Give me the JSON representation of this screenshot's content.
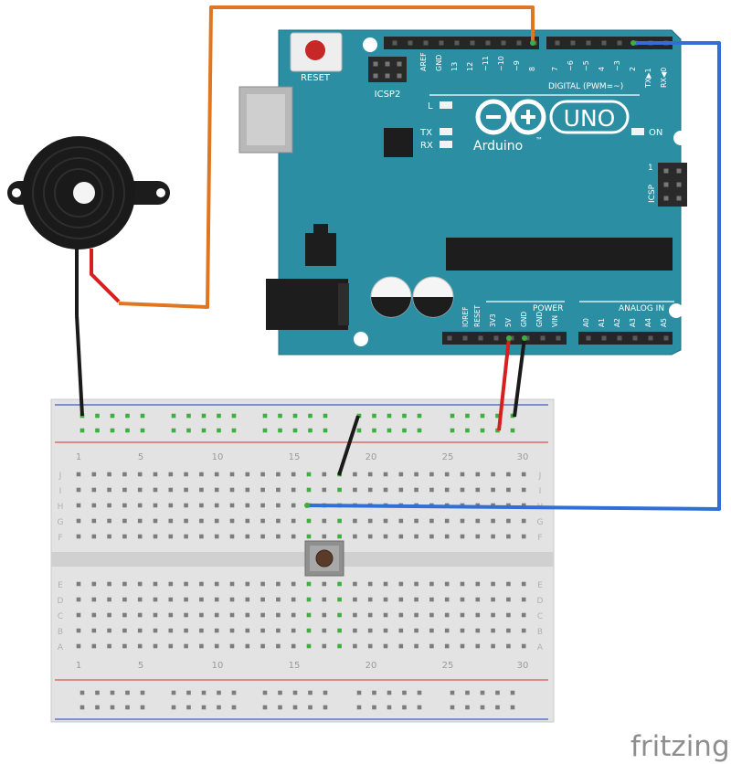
{
  "board": {
    "reset_label": "RESET",
    "icsp2_label": "ICSP2",
    "aref_label": "AREF",
    "gnd_label": "GND",
    "pin13": "13",
    "pin12": "12",
    "pin11": "~11",
    "pin10": "~10",
    "pin9": "~9",
    "pin8": "8",
    "pin7": "7",
    "pin6": "~6",
    "pin5": "~5",
    "pin4": "4",
    "pin3": "~3",
    "pin2": "2",
    "tx1": "TX▶1",
    "rx0": "RX◀0",
    "digital_label": "DIGITAL (PWM=~)",
    "l_label": "L",
    "tx_label": "TX",
    "rx_label": "RX",
    "uno_label": "UNO",
    "arduino_label": "Arduino",
    "tm_label": "™",
    "on_label": "ON",
    "icsp_label": "ICSP",
    "icsp_one": "1",
    "power_label": "POWER",
    "analog_label": "ANALOG IN",
    "power_pins": [
      "IOREF",
      "RESET",
      "3V3",
      "5V",
      "GND",
      "GND",
      "VIN"
    ],
    "analog_pins": [
      "A0",
      "A1",
      "A2",
      "A3",
      "A4",
      "A5"
    ]
  },
  "breadboard": {
    "col_numbers": [
      "1",
      "5",
      "10",
      "15",
      "20",
      "25",
      "30"
    ],
    "rows_top": [
      "J",
      "I",
      "H",
      "G",
      "F"
    ],
    "rows_bottom": [
      "E",
      "D",
      "C",
      "B",
      "A"
    ]
  },
  "brand": "fritzing",
  "colors": {
    "board": "#2b8ea3",
    "wire_orange": "#e0761f",
    "wire_blue": "#2f6fd6",
    "wire_red": "#d62020",
    "wire_black": "#1a1a1a",
    "breadboard": "#e3e3e3",
    "rail_red": "#d9534f",
    "rail_blue": "#3b5fc4",
    "active_hole": "#3fae3f"
  }
}
